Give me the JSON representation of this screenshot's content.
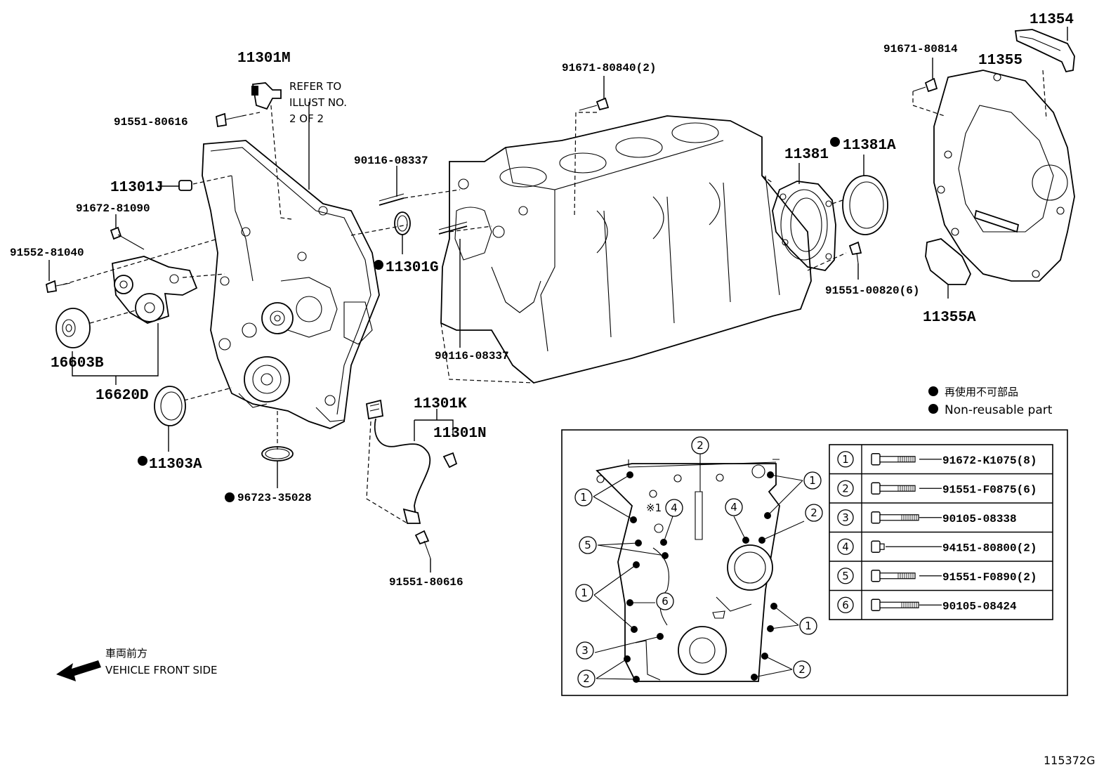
{
  "labels": {
    "p11301M": "11301M",
    "refer1": "REFER TO",
    "refer2": "ILLUST NO.",
    "refer3": "2 OF 2",
    "p91551_80616_top": "91551-80616",
    "p11301J": "11301J",
    "p91672_81090": "91672-81090",
    "p91552_81040": "91552-81040",
    "p16603B": "16603B",
    "p16620D": "16620D",
    "p11303A": "11303A",
    "p90116_08337_top": "90116-08337",
    "p11301G": "11301G",
    "p90116_08337_bot": "90116-08337",
    "p91671_80840": "91671-80840(2)",
    "p11301K": "11301K",
    "p11301N": "11301N",
    "p96723_35028": "96723-35028",
    "p91551_80616_bot": "91551-80616",
    "p11381": "11381",
    "p11381A": "11381A",
    "p91551_00820": "91551-00820(6)",
    "p91671_80814": "91671-80814",
    "p11354": "11354",
    "p11355": "11355",
    "p11355A": "11355A",
    "legend_jp": "再使用不可部品",
    "legend_en": "Non-reusable part",
    "front_jp": "車両前方",
    "front_en": "VEHICLE FRONT SIDE",
    "illus_no": "115372G",
    "ref_mark": "※1"
  },
  "bolt_table": [
    {
      "num": "1",
      "part": "91672-K1075(8)"
    },
    {
      "num": "2",
      "part": "91551-F0875(6)"
    },
    {
      "num": "3",
      "part": "90105-08338"
    },
    {
      "num": "4",
      "part": "94151-80800(2)"
    },
    {
      "num": "5",
      "part": "91551-F0890(2)"
    },
    {
      "num": "6",
      "part": "90105-08424"
    }
  ],
  "callouts": {
    "c1a": "1",
    "c2a": "2",
    "c1b": "1",
    "c4a": "4",
    "c4b": "4",
    "c2b": "2",
    "c5a": "5",
    "c1c": "1",
    "c6a": "6",
    "c1d": "1",
    "c3a": "3",
    "c2c": "2",
    "c2d": "2"
  }
}
